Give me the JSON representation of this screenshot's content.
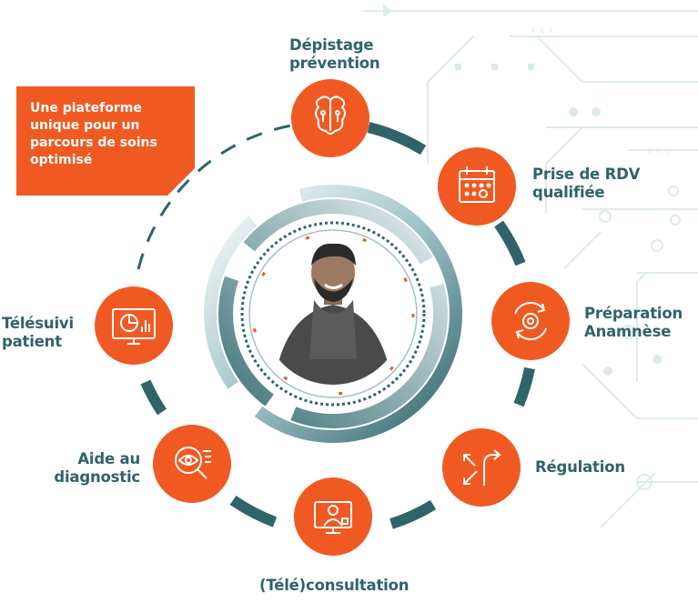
{
  "callout": {
    "lines": [
      "Une plateforme",
      "unique pour un",
      "parcours de soins",
      "optimisé"
    ]
  },
  "steps": [
    {
      "id": "depistage",
      "icon": "brain-icon",
      "lines": [
        "Dépistage",
        "prévention"
      ]
    },
    {
      "id": "rdv",
      "icon": "calendar-icon",
      "lines": [
        "Prise de RDV",
        "qualifiée"
      ]
    },
    {
      "id": "preparation",
      "icon": "refresh-gear-icon",
      "lines": [
        "Préparation",
        "Anamnèse"
      ]
    },
    {
      "id": "regulation",
      "icon": "route-arrows-icon",
      "lines": [
        "Régulation"
      ]
    },
    {
      "id": "teleconsultation",
      "icon": "video-doctor-icon",
      "lines": [
        "(Télé)consultation"
      ]
    },
    {
      "id": "diagnostic",
      "icon": "eye-magnifier-icon",
      "lines": [
        "Aide au",
        "diagnostic"
      ]
    },
    {
      "id": "telesuivi",
      "icon": "monitor-chart-icon",
      "lines": [
        "Télésuivi",
        "patient"
      ]
    }
  ],
  "colors": {
    "orange": "#f05a22",
    "teal": "#2f6469",
    "teal_light": "#5f9aa0",
    "pale": "#dbe9ea"
  }
}
